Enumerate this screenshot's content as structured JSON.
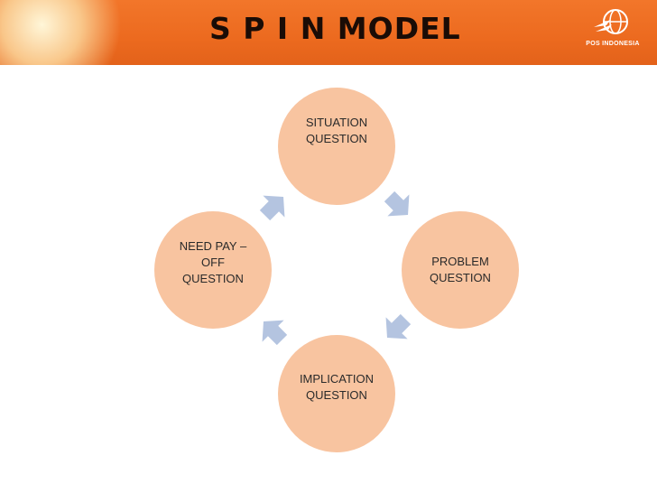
{
  "slide": {
    "title": "S P I N MODEL",
    "logo_text": "POS INDONESIA"
  },
  "colors": {
    "header": "#ec6a1f",
    "node_fill": "#f8c4a0",
    "arrow_fill": "#b4c4e0",
    "title_text": "#1a0c06"
  },
  "diagram": {
    "nodes": [
      {
        "id": "situation",
        "lines": [
          "SITUATION",
          "QUESTION"
        ]
      },
      {
        "id": "problem",
        "lines": [
          "PROBLEM",
          "QUESTION"
        ]
      },
      {
        "id": "implication",
        "lines": [
          "IMPLICATION",
          "QUESTION"
        ]
      },
      {
        "id": "needpayoff",
        "lines": [
          "NEED PAY –",
          "OFF",
          "QUESTION"
        ]
      }
    ]
  }
}
